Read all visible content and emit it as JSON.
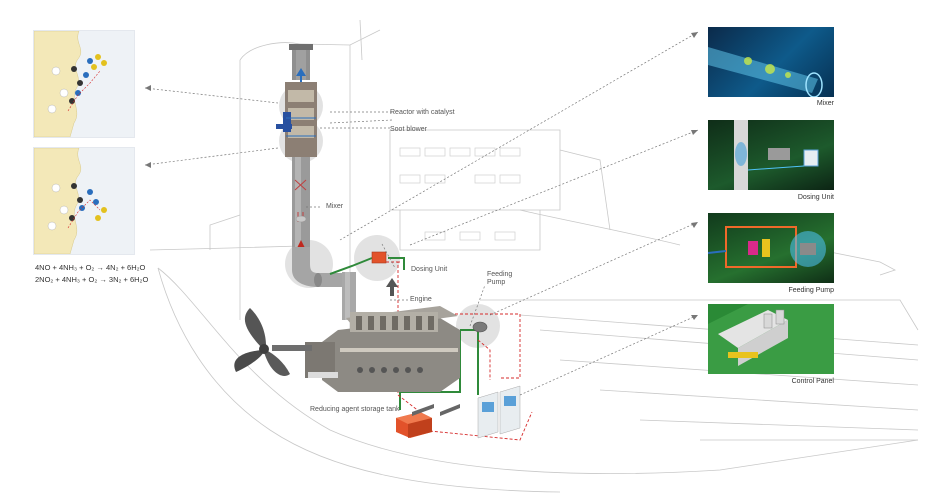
{
  "labels": {
    "reactor": "Reactor with catalyst",
    "soot_blower": "Soot blower",
    "mixer": "Mixer",
    "dosing_unit": "Dosing Unit",
    "feeding_pump": "Feeding Pump",
    "engine": "Engine",
    "tank": "Reducing agent storage tank"
  },
  "photos": [
    {
      "caption": "Mixer"
    },
    {
      "caption": "Dosing Unit"
    },
    {
      "caption": "Feeding Pump"
    },
    {
      "caption": "Control Panel"
    }
  ],
  "equations": {
    "eq1": "4NO + 4NH₃ + O₂ → 4N₂ + 6H₂O",
    "eq2": "2NO₂ + 4NH₃ + O₂ → 3N₂ + 6H₂O"
  },
  "colors": {
    "green_pipe": "#2f8a3a",
    "red_dashed": "#d62b2b",
    "tank": "#e2522a",
    "highlight": "#d9d9d9"
  }
}
